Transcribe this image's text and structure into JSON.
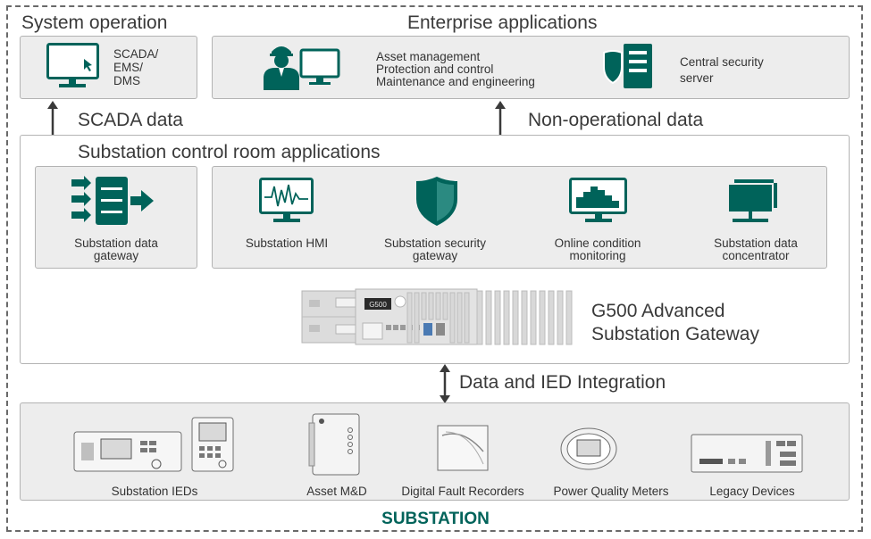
{
  "system_operation": {
    "title": "System operation",
    "scada_label": "SCADA/\nEMS/\nDMS"
  },
  "enterprise": {
    "title": "Enterprise applications",
    "apps": [
      "Asset management",
      "Protection and control",
      "Maintenance and engineering"
    ],
    "security_label": "Central security\nserver"
  },
  "links": {
    "scada_data": "SCADA data",
    "non_operational": "Non-operational data",
    "ied_integration": "Data and IED Integration"
  },
  "control_room": {
    "title": "Substation control room applications",
    "gateway_label": "Substation data\ngateway",
    "apps": [
      {
        "label": "Substation HMI",
        "icon": "hmi-monitor-icon"
      },
      {
        "label": "Substation security\ngateway",
        "icon": "shield-icon"
      },
      {
        "label": "Online condition\nmonitoring",
        "icon": "condition-monitor-icon"
      },
      {
        "label": "Substation data\nconcentrator",
        "icon": "network-folder-icon"
      }
    ]
  },
  "device": {
    "name": "G500 Advanced\nSubstation Gateway",
    "screen_text": "G500"
  },
  "substation": {
    "title": "SUBSTATION",
    "devices": [
      "Substation IEDs",
      "Asset M&D",
      "Digital Fault Recorders",
      "Power Quality Meters",
      "Legacy Devices"
    ]
  },
  "colors": {
    "accent": "#00635a",
    "box_fill": "#ededed",
    "border": "#b3b3b3"
  }
}
